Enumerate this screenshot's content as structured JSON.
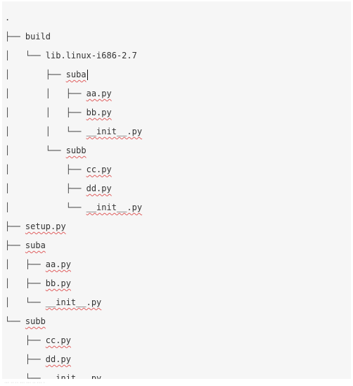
{
  "editor": {
    "lines": [
      {
        "prefix": ".",
        "name": "",
        "spell": false
      },
      {
        "prefix": "├── ",
        "name": "build",
        "spell": false
      },
      {
        "prefix": "│   └── ",
        "name": "lib.linux-i686-2.7",
        "spell": false
      },
      {
        "prefix": "│       ├── ",
        "name": "suba",
        "spell": true,
        "caret": true
      },
      {
        "prefix": "│       │   ├── ",
        "name": "aa.py",
        "spell": true
      },
      {
        "prefix": "│       │   ├── ",
        "name": "bb.py",
        "spell": true
      },
      {
        "prefix": "│       │   └── ",
        "name": "__init__.py",
        "spell": true
      },
      {
        "prefix": "│       └── ",
        "name": "subb",
        "spell": true
      },
      {
        "prefix": "│           ├── ",
        "name": "cc.py",
        "spell": true
      },
      {
        "prefix": "│           ├── ",
        "name": "dd.py",
        "spell": true
      },
      {
        "prefix": "│           └── ",
        "name": "__init__.py",
        "spell": true
      },
      {
        "prefix": "├── ",
        "name": "setup.py",
        "spell": true
      },
      {
        "prefix": "├── ",
        "name": "suba",
        "spell": true
      },
      {
        "prefix": "│   ├── ",
        "name": "aa.py",
        "spell": true
      },
      {
        "prefix": "│   ├── ",
        "name": "bb.py",
        "spell": true
      },
      {
        "prefix": "│   └── ",
        "name": "__init__.py",
        "spell": true
      },
      {
        "prefix": "└── ",
        "name": "subb",
        "spell": true
      },
      {
        "prefix": "    ├── ",
        "name": "cc.py",
        "spell": true
      },
      {
        "prefix": "    ├── ",
        "name": "dd.py",
        "spell": true
      },
      {
        "prefix": "    └── ",
        "name": "__init__.py",
        "spell": true
      }
    ]
  },
  "footer": {
    "text": "··· ·· ·· ··· ··· ·· ··· ·"
  },
  "colors": {
    "editor_background": "#f6f6f6",
    "spellcheck_underline": "#e06060"
  }
}
